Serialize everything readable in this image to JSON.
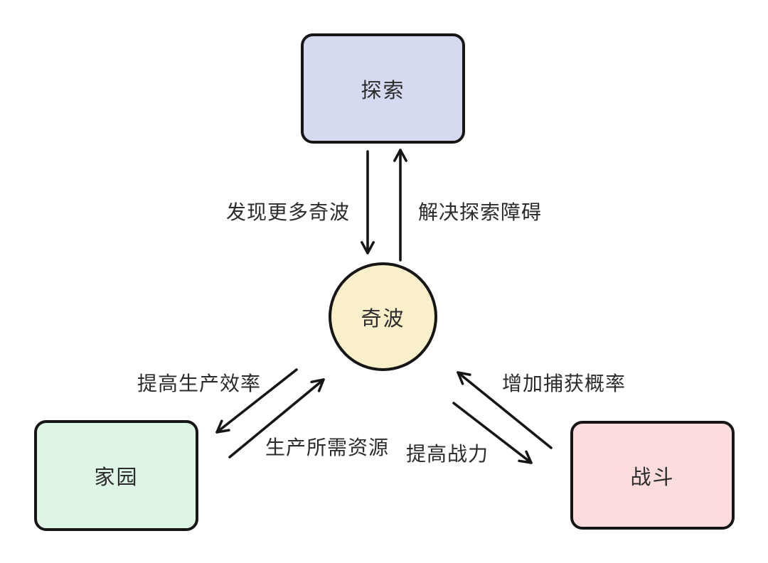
{
  "diagram": {
    "background_color": "#ffffff",
    "stroke_color": "#161616",
    "text_color": "#2b2b2b",
    "nodes": [
      {
        "id": "explore",
        "label": "探索",
        "shape": "rounded-rect",
        "fill": "#d5daf1",
        "position": "top-center"
      },
      {
        "id": "qibo",
        "label": "奇波",
        "shape": "circle",
        "fill": "#faefcb",
        "position": "center"
      },
      {
        "id": "home",
        "label": "家园",
        "shape": "rounded-rect",
        "fill": "#def4e4",
        "position": "bottom-left"
      },
      {
        "id": "battle",
        "label": "战斗",
        "shape": "rounded-rect",
        "fill": "#fcdcdc",
        "position": "bottom-right"
      }
    ],
    "edges": [
      {
        "from": "探索",
        "to": "奇波",
        "label": "发现更多奇波",
        "direction": "down"
      },
      {
        "from": "奇波",
        "to": "探索",
        "label": "解决探索障碍",
        "direction": "up"
      },
      {
        "from": "奇波",
        "to": "家园",
        "label": "提高生产效率",
        "direction": "down-left"
      },
      {
        "from": "家园",
        "to": "奇波",
        "label": "生产所需资源",
        "direction": "up-right"
      },
      {
        "from": "战斗",
        "to": "奇波",
        "label": "增加捕获概率",
        "direction": "up-left"
      },
      {
        "from": "奇波",
        "to": "战斗",
        "label": "提高战力",
        "direction": "down-right"
      }
    ]
  }
}
